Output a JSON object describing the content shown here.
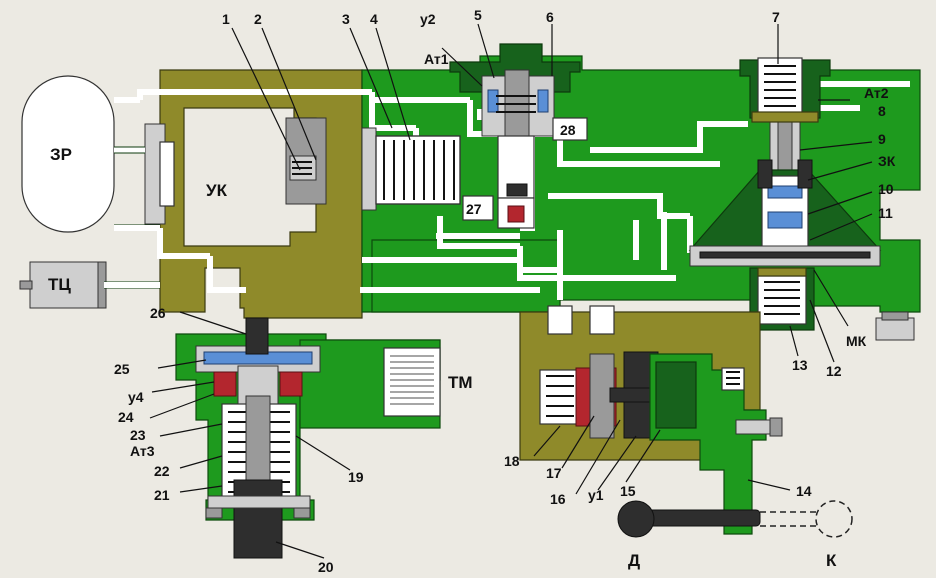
{
  "labels": {
    "zr": "ЗР",
    "uk": "УК",
    "tc": "ТЦ",
    "tm": "ТМ",
    "zk": "ЗК",
    "mk": "МК",
    "d": "Д",
    "k": "К",
    "at1": "Ат1",
    "at2": "Ат2",
    "at3": "Ат3",
    "u1": "у1",
    "u2": "у2",
    "u4": "у4",
    "n1": "1",
    "n2": "2",
    "n3": "3",
    "n4": "4",
    "n5": "5",
    "n6": "6",
    "n7": "7",
    "n8": "8",
    "n9": "9",
    "n10": "10",
    "n11": "11",
    "n12": "12",
    "n13": "13",
    "n14": "14",
    "n15": "15",
    "n16": "16",
    "n17": "17",
    "n18": "18",
    "n19": "19",
    "n20": "20",
    "n21": "21",
    "n22": "22",
    "n23": "23",
    "n24": "24",
    "n25": "25",
    "n26": "26",
    "n27": "27",
    "n28": "28"
  },
  "colors": {
    "body_green": "#1e9a1e",
    "dark_green": "#17621c",
    "olive": "#8f8a2a",
    "channel_white": "#ffffff",
    "valve_red": "#b3262e",
    "diaphragm_blue": "#5a8fd6",
    "metal_gray": "#9a9a9a"
  }
}
